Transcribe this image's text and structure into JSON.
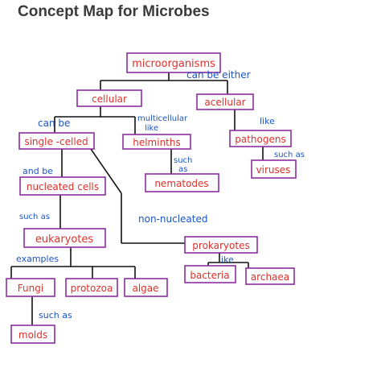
{
  "title": "Concept Map for Microbes",
  "colors": {
    "node_border": "#8b2f9e",
    "node_text": "#e0302a",
    "link_text": "#1a55c8",
    "line": "#111111"
  },
  "nodes": {
    "microorganisms": "microorganisms",
    "cellular": "cellular",
    "acellular": "acellular",
    "single_celled": "single -celled",
    "helminths": "helminths",
    "pathogens": "pathogens",
    "nematodes": "nematodes",
    "viruses": "viruses",
    "nucleated_cells": "nucleated cells",
    "eukaryotes": "eukaryotes",
    "prokaryotes": "prokaryotes",
    "bacteria": "bacteria",
    "archaea": "archaea",
    "fungi": "Fungi",
    "protozoa": "protozoa",
    "algae": "algae",
    "molds": "molds"
  },
  "links": {
    "can_be_either": "can be either",
    "can_be": "can be",
    "multicellular": "multicellular",
    "like1": "like",
    "like2": "like",
    "like3": "like",
    "such_as1": "such",
    "such_as1b": "as",
    "such_as2": "such as",
    "and_be": "and be",
    "such_as3": "such as",
    "non_nucleated": "non-nucleated",
    "examples": "examples",
    "such_as4": "such as"
  }
}
